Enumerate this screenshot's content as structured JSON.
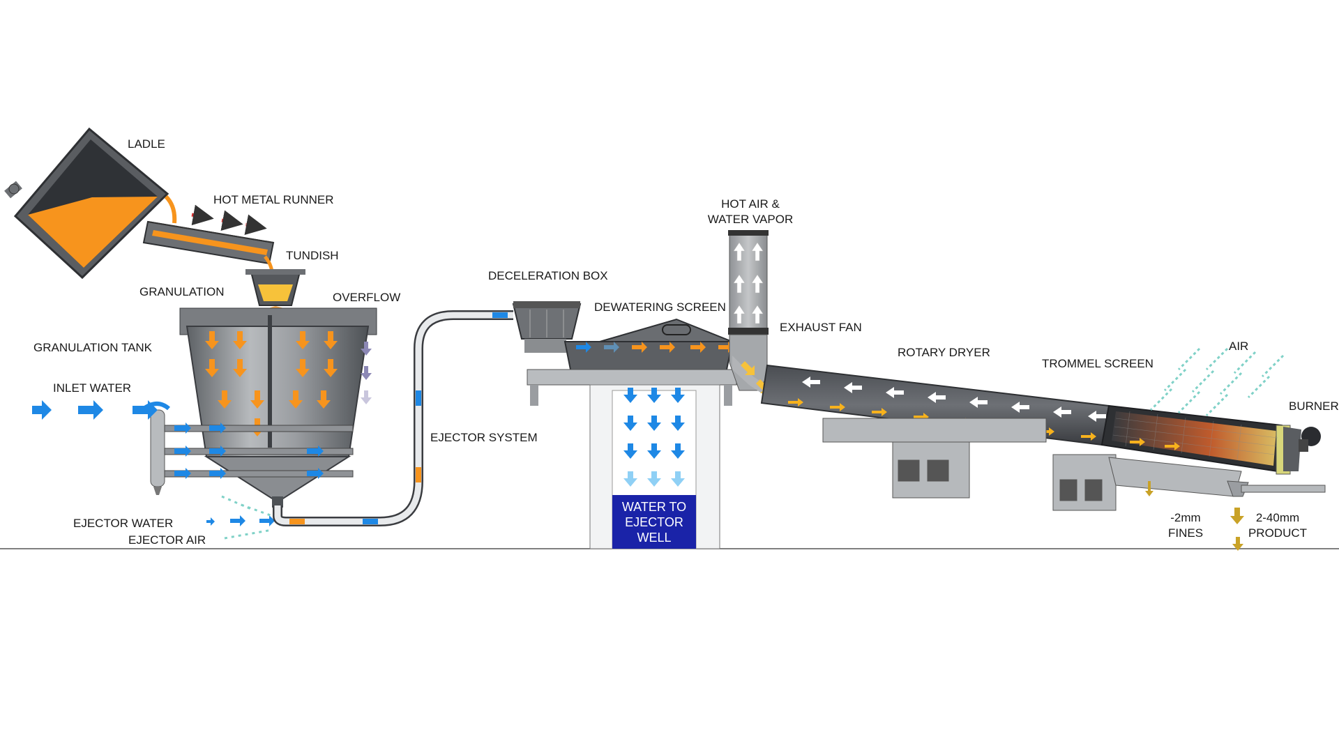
{
  "labels": {
    "ladle": "LADLE",
    "hot_metal_runner": "HOT METAL RUNNER",
    "tundish": "TUNDISH",
    "granulation": "GRANULATION",
    "overflow": "OVERFLOW",
    "granulation_tank": "GRANULATION TANK",
    "inlet_water": "INLET WATER",
    "ejector_water": "EJECTOR WATER",
    "ejector_air": "EJECTOR AIR",
    "ejector_system": "EJECTOR SYSTEM",
    "deceleration_box": "DECELERATION BOX",
    "dewatering_screen": "DEWATERING SCREEN",
    "hot_air_line1": "HOT AIR &",
    "hot_air_line2": "WATER VAPOR",
    "exhaust_fan": "EXHAUST FAN",
    "rotary_dryer": "ROTARY DRYER",
    "trommel_screen": "TROMMEL SCREEN",
    "air": "AIR",
    "burner": "BURNER",
    "fines_line1": "-2mm",
    "fines_line2": "FINES",
    "product_line1": "2-40mm",
    "product_line2": "PRODUCT",
    "well_line1": "WATER TO",
    "well_line2": "EJECTOR",
    "well_line3": "WELL"
  },
  "colors": {
    "hot_metal": "#f7941d",
    "water": "#1e88e5",
    "light_water": "#7cc4f5",
    "hot_flow": "#e53935",
    "air": "#7fd1c7",
    "steel": "#8a8d90",
    "dark_steel": "#4a4d52",
    "well": "#1a23a8",
    "product": "#c9a227"
  }
}
